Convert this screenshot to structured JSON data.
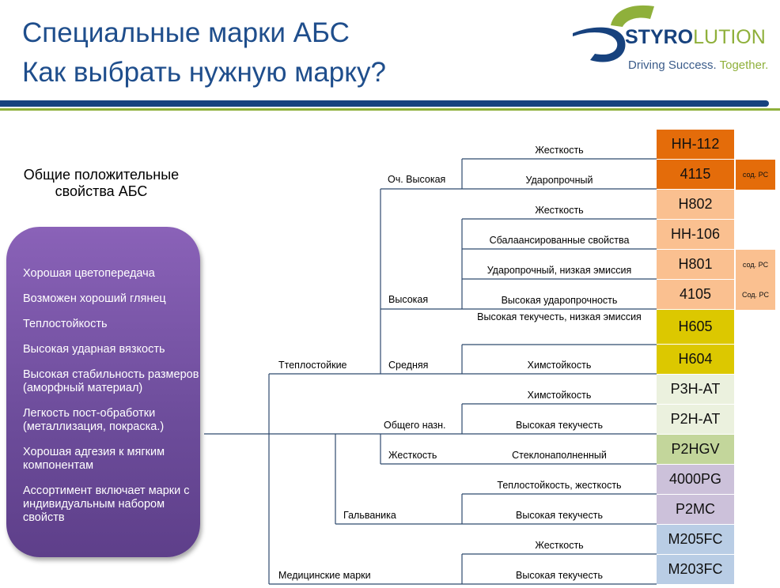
{
  "header": {
    "title_line1": "Специальные марки АБС",
    "title_line2": "Как выбрать нужную марку?",
    "logo": {
      "brand_bold": "STYRO",
      "brand_light": "LUTION",
      "tagline_a": "Driving Success.",
      "tagline_b": "Together."
    },
    "colors": {
      "title": "#1f4e8c",
      "brand_blue": "#17427e",
      "brand_green": "#8fb03b"
    }
  },
  "left_panel": {
    "heading": "Общие положительные свойства АБС",
    "properties": [
      "Хорошая цветопередача",
      "Возможен хороший глянец",
      "Теплостойкость",
      " Высокая ударная вязкость",
      "Высокая стабильность размеров (аморфный материал)",
      "Легкость пост-обработки (металлизация, покраска.)",
      "Хорошая адгезия к мягким компонентам",
      "Ассортимент включает марки с индивидуальным набором свойств"
    ]
  },
  "tree": {
    "level1": {
      "heat": "Ттеплостойкие",
      "galv": "Гальваника",
      "med": "Медицинские марки"
    },
    "level2": {
      "very_high": "Оч. Высокая",
      "high": "Высокая",
      "medium": "Средняя",
      "general": "Общего назн.",
      "stiff": "Жесткость"
    },
    "rows": [
      {
        "property": "Жесткость",
        "grade": "HH-112",
        "note": "",
        "color": "#e46c0a"
      },
      {
        "property": "Ударопрочный",
        "grade": "4115",
        "note": "сод. PC",
        "color": "#e46c0a"
      },
      {
        "property": "Жесткость",
        "grade": "H802",
        "note": "",
        "color": "#fac090"
      },
      {
        "property": "Сбалаансированные свойства",
        "grade": "HH-106",
        "note": "",
        "color": "#fac090"
      },
      {
        "property": "Ударопрочный, низкая эмиссия",
        "grade": "H801",
        "note": "сод. PC",
        "color": "#fac090"
      },
      {
        "property": "Высокая ударопрочность",
        "grade": "4105",
        "note": "Сод. PC",
        "color": "#fac090"
      },
      {
        "property": "Высокая текучесть, низкая эмиссия",
        "grade": "H605",
        "note": "",
        "color": "#dcc800"
      },
      {
        "property": "Химстойкость",
        "grade": "H604",
        "note": "",
        "color": "#dcc800"
      },
      {
        "property": "Химстойкость",
        "grade": "P3H-AT",
        "note": "",
        "color": "#ebf1de"
      },
      {
        "property": "Высокая текучесть",
        "grade": "P2H-AT",
        "note": "",
        "color": "#ebf1de"
      },
      {
        "property": "Стеклонаполненный",
        "grade": "P2HGV",
        "note": "",
        "color": "#c3d69b"
      },
      {
        "property": "Теплостойкость, жесткость",
        "grade": "4000PG",
        "note": "",
        "color": "#ccc1da"
      },
      {
        "property": "Высокая текучесть",
        "grade": "P2MC",
        "note": "",
        "color": "#ccc1da"
      },
      {
        "property": "Жесткость",
        "grade": "M205FC",
        "note": "",
        "color": "#b9cde5"
      },
      {
        "property": "Высокая текучесть",
        "grade": "M203FC",
        "note": "",
        "color": "#b9cde5"
      }
    ]
  }
}
